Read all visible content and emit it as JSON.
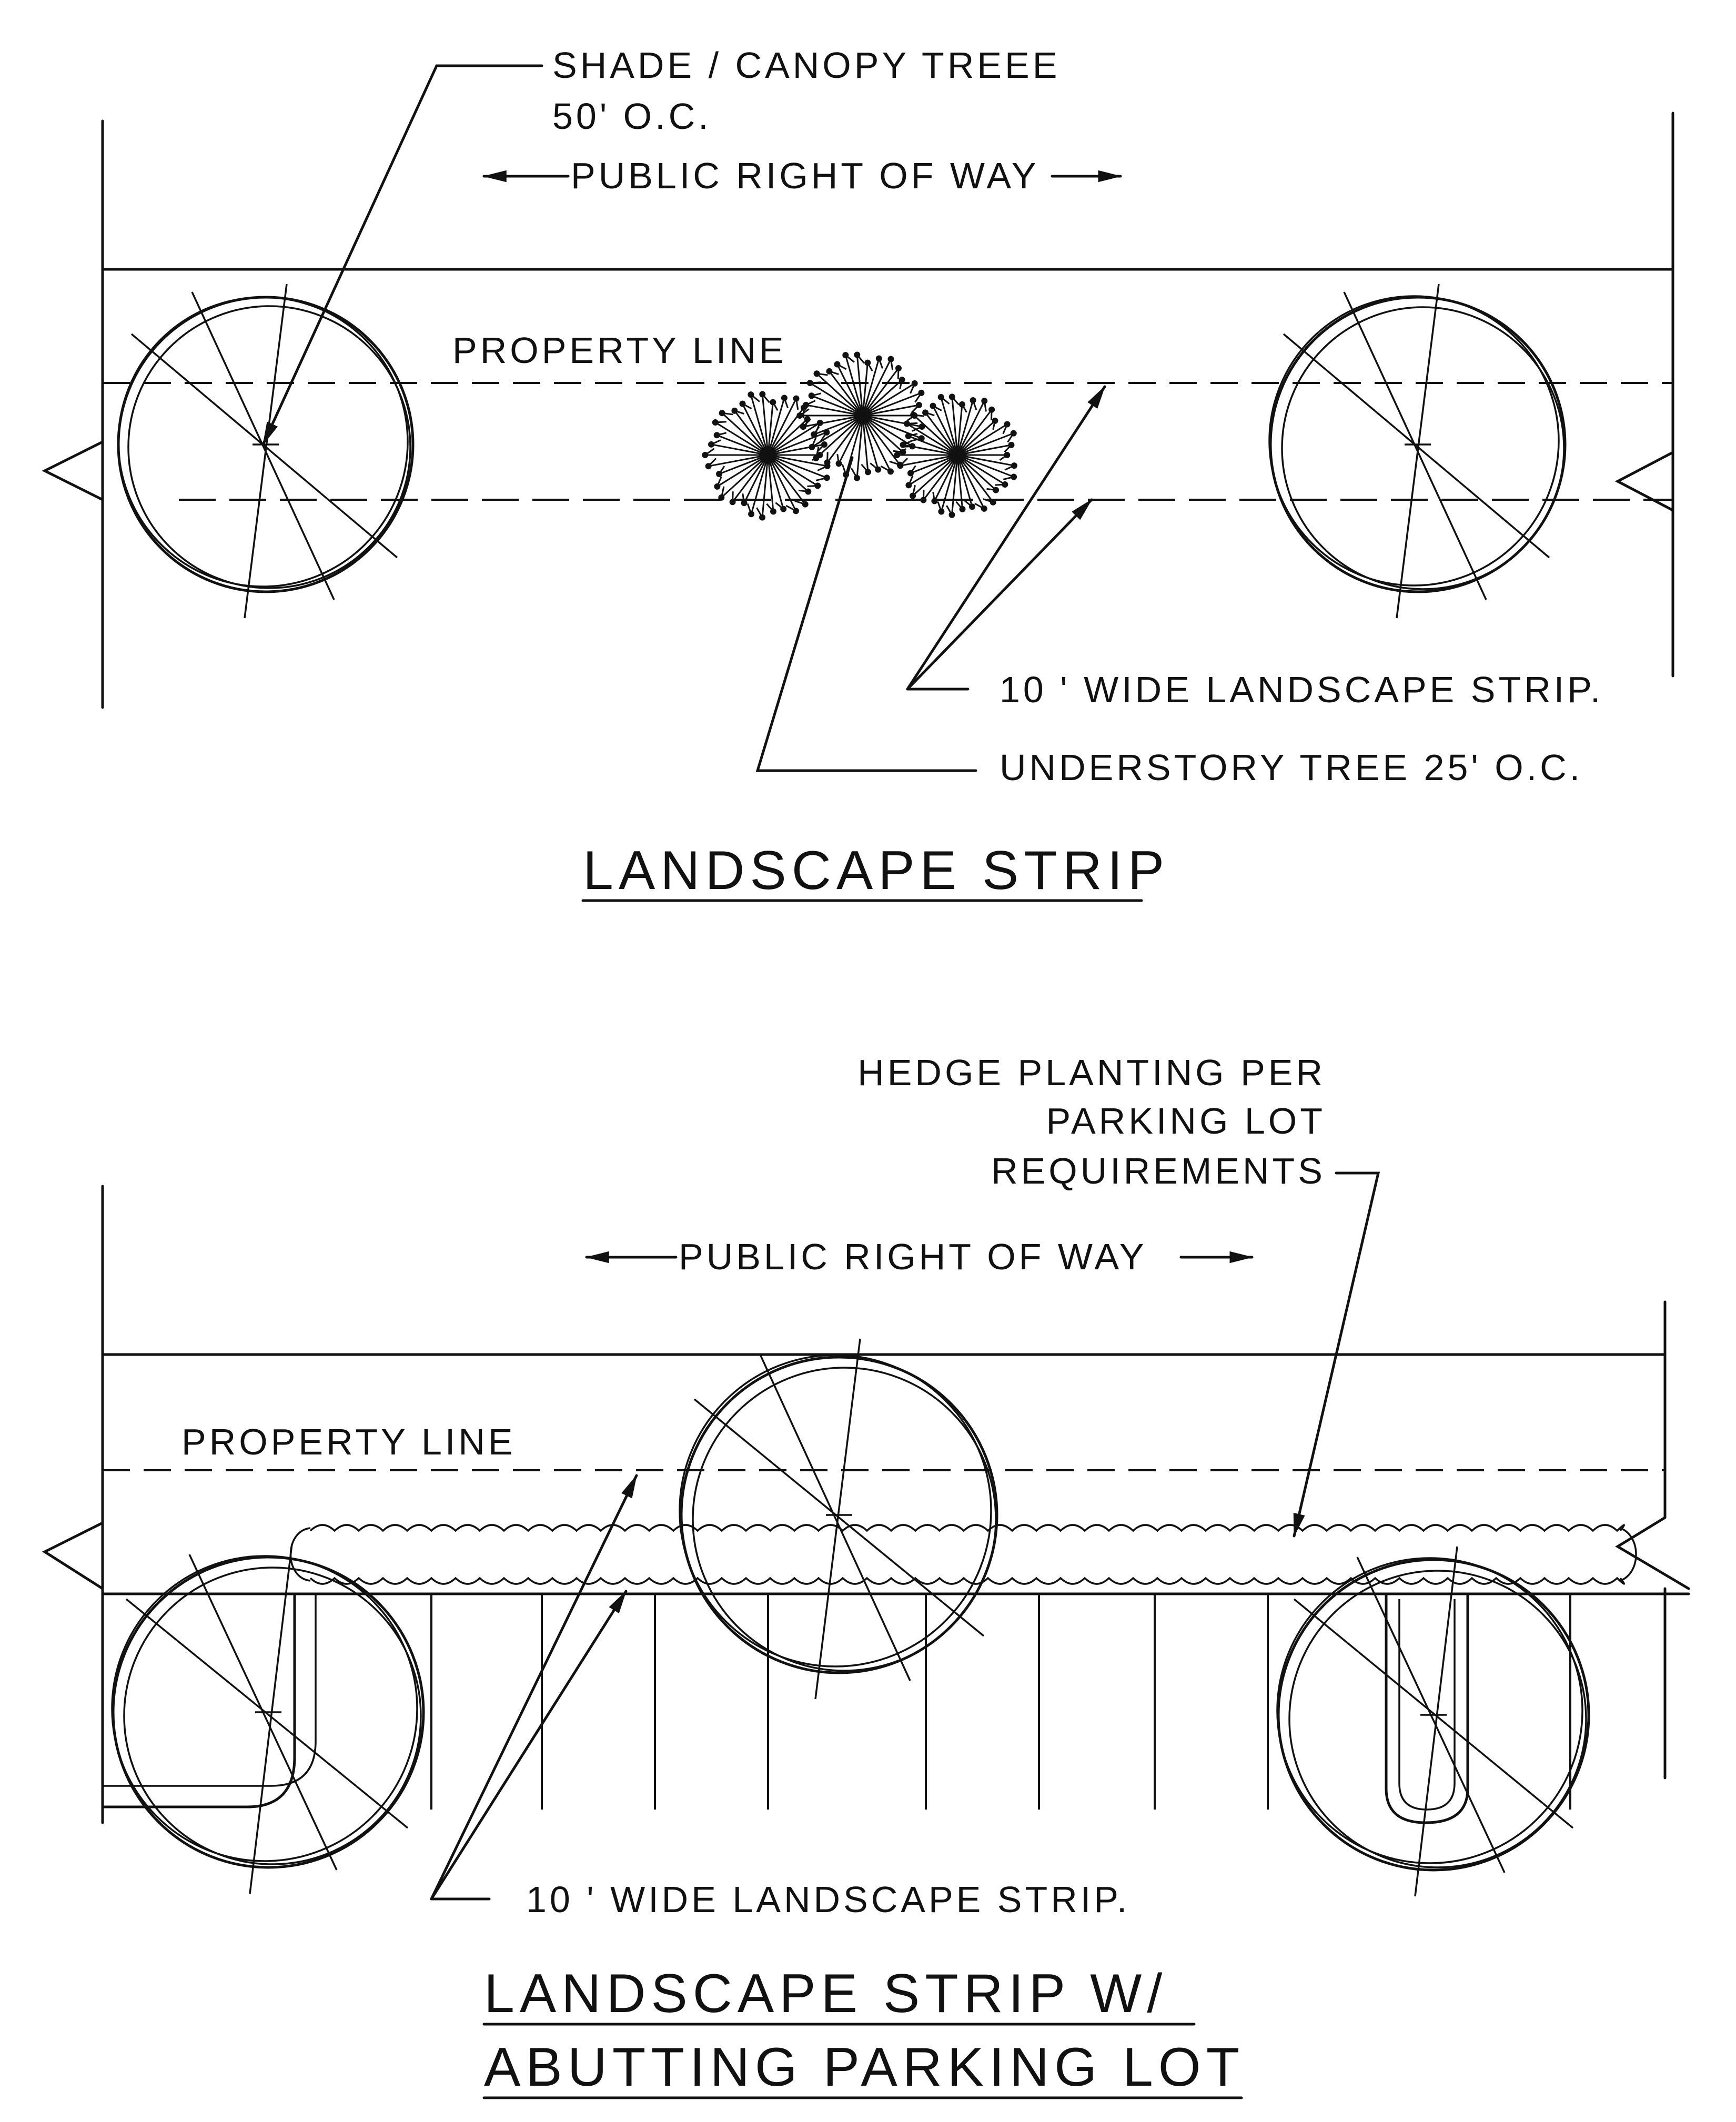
{
  "top": {
    "canopy_label_1": "SHADE / CANOPY TREEE",
    "canopy_label_2": "50' O.C.",
    "row_label": "PUBLIC RIGHT OF WAY",
    "property_line": "PROPERTY LINE",
    "strip_label": "10 ' WIDE LANDSCAPE STRIP.",
    "understory_label": "UNDERSTORY TREE 25' O.C.",
    "title": "LANDSCAPE STRIP"
  },
  "bottom": {
    "hedge_label_1": "HEDGE PLANTING PER",
    "hedge_label_2": "PARKING LOT",
    "hedge_label_3": "REQUIREMENTS",
    "row_label": "PUBLIC RIGHT OF WAY",
    "property_line": "PROPERTY LINE",
    "strip_label": "10 ' WIDE LANDSCAPE STRIP.",
    "title_1": "LANDSCAPE STRIP W/",
    "title_2": "ABUTTING PARKING LOT"
  }
}
